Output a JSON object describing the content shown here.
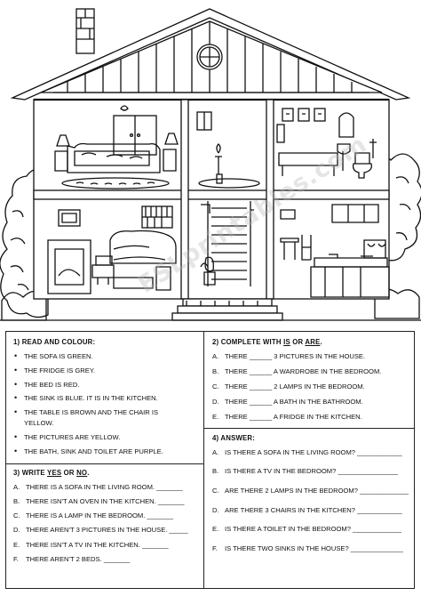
{
  "watermark": "ESLprintables.com",
  "sections": {
    "s1": {
      "title": "1) READ AND COLOUR:",
      "items": [
        "THE SOFA IS GREEN.",
        "THE FRIDGE IS GREY.",
        "THE BED IS RED.",
        "THE SINK IS BLUE. IT IS IN THE KITCHEN.",
        "THE TABLE IS BROWN AND THE CHAIR IS",
        "YELLOW.",
        "THE PICTURES ARE YELLOW.",
        "THE BATH, SINK AND TOILET ARE PURPLE."
      ]
    },
    "s2": {
      "title_a": "2) COMPLETE WITH ",
      "title_is": "IS",
      "title_or": " OR ",
      "title_are": "ARE",
      "title_end": ".",
      "labels": [
        "A.",
        "B.",
        "C.",
        "D.",
        "E."
      ],
      "items": [
        "THERE ______ 3 PICTURES IN THE HOUSE.",
        "THERE ______ A WARDROBE IN THE BEDROOM.",
        "THERE ______ 2 LAMPS IN THE BEDROOM.",
        "THERE ______ A BATH IN THE BATHROOM.",
        "THERE ______ A FRIDGE IN THE KITCHEN."
      ]
    },
    "s3": {
      "title_a": "3) WRITE ",
      "title_yes": "YES",
      "title_or": " OR ",
      "title_no": "NO",
      "title_end": ".",
      "labels": [
        "A.",
        "B.",
        "C.",
        "D.",
        "E.",
        "F."
      ],
      "items": [
        "THERE IS A SOFA IN THE LIVING ROOM. _______",
        "THERE ISN'T AN OVEN IN THE KITCHEN. _______",
        "THERE IS A LAMP IN THE BEDROOM. _______",
        "THERE AREN'T 3 PICTURES IN THE HOUSE. _____",
        "THERE ISN'T A TV IN THE KITCHEN. _______",
        "THERE AREN'T 2 BEDS. _______"
      ]
    },
    "s4": {
      "title": "4) ANSWER:",
      "labels": [
        "A.",
        "B.",
        "C.",
        "D.",
        "E.",
        "F."
      ],
      "items": [
        "IS THERE A SOFA IN THE LIVING ROOM? ____________",
        "IS THERE A TV IN THE BEDROOM? ________________",
        "ARE THERE 2 LAMPS IN THE BEDROOM? _____________",
        "ARE THERE 3 CHAIRS IN THE KITCHEN? ____________",
        "IS THERE A TOILET IN THE BEDROOM? _____________",
        "IS THERE TWO SINKS IN THE HOUSE? ______________"
      ]
    }
  }
}
